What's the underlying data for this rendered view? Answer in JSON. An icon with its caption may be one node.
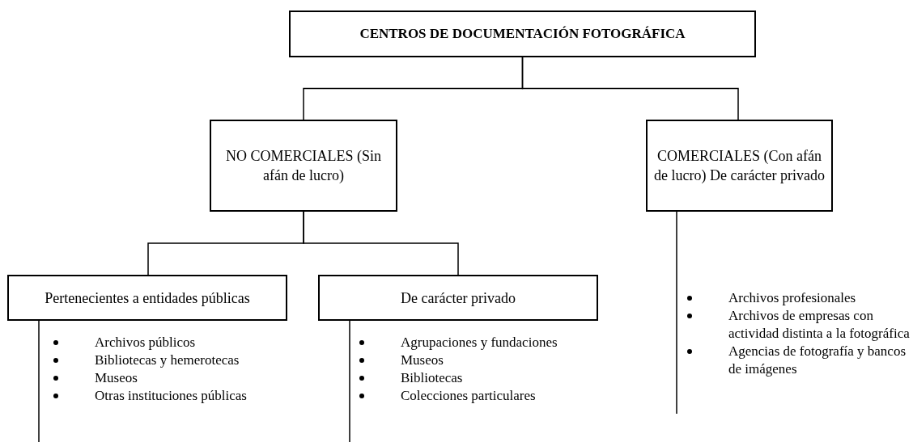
{
  "diagram": {
    "nodes": [
      {
        "text": [
          "CENTROS DE DOCUMENTACIÓN FOTOGRÁFICA"
        ]
      },
      {
        "text": [
          "NO COMERCIALES (Sin afán de lucro)"
        ]
      },
      {
        "text": [
          "COMERCIALES (Con afán de lucro) De carácter privado"
        ]
      },
      {
        "text": [
          "Pertenecientes a entidades públicas"
        ]
      },
      {
        "text": [
          "De carácter privado"
        ]
      }
    ],
    "edges": [
      {
        "from": 0,
        "to": 1,
        "arrow": "none"
      },
      {
        "from": 0,
        "to": 2,
        "arrow": "none"
      },
      {
        "from": 1,
        "to": 3,
        "arrow": "none"
      },
      {
        "from": 1,
        "to": 4,
        "arrow": "none"
      },
      {
        "from": 3,
        "to": null,
        "arrow": "none"
      },
      {
        "from": 4,
        "to": null,
        "arrow": "none"
      },
      {
        "from": 2,
        "to": null,
        "arrow": "none"
      }
    ],
    "labels": [
      "Archivos públicos",
      "Bibliotecas y hemerotecas",
      "Museos",
      "Otras instituciones públicas",
      "Agrupaciones y fundaciones",
      "Museos",
      "Bibliotecas",
      "Colecciones particulares",
      "Archivos profesionales",
      "Archivos de empresas con actividad distinta a la fotográfica",
      "Agencias de fotografía y bancos de imágenes"
    ]
  }
}
